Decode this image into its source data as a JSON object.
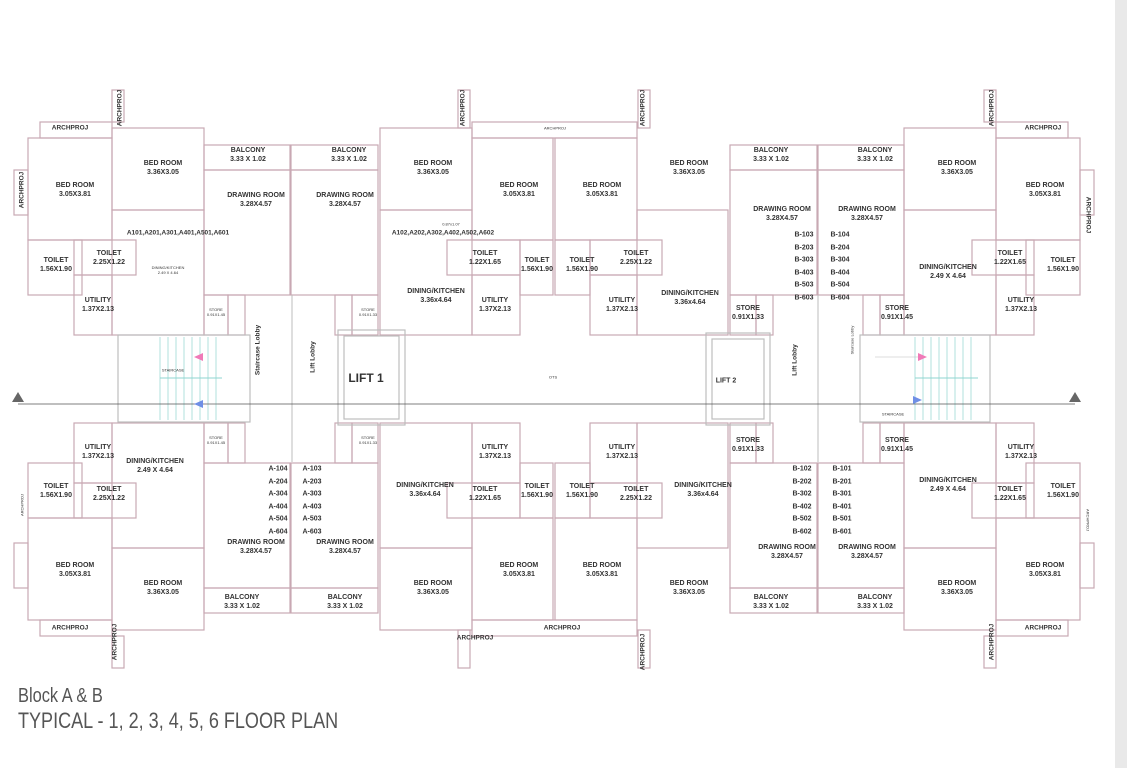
{
  "title": {
    "line1": "Block A & B",
    "line2": "TYPICAL - 1, 2, 3, 4, 5, 6 FLOOR PLAN"
  },
  "colors": {
    "wall": "#c9a9b3",
    "inner_wall": "#bdbdbd",
    "stair_lines": "#8fd6d0",
    "up_arrow": "#6f8fe6",
    "down_arrow": "#f07ab8",
    "section_line": "#555555",
    "text": "#333333",
    "title_text": "#555555"
  },
  "plan": {
    "labels": [
      "ARCHPROJ",
      "BED ROOM\n3.05X3.81",
      "BED ROOM\n3.36X3.05",
      "BALCONY\n3.33 X 1.02",
      "BALCONY\n3.33 X 1.02",
      "DRAWING ROOM\n3.28X4.57",
      "DRAWING ROOM\n3.28X4.57",
      "A101,A201,A301,A401,A501,A601",
      "TOILET\n2.25X1.22",
      "TOILET\n1.56X1.90",
      "DINING/KITCHEN\n2.49 X 4.64",
      "UTILITY\n1.37X2.13",
      "STORE\n0.91X1.45",
      "STORE\n0.91X1.33",
      "ARCHPROJ",
      "BED ROOM\n3.36X3.05",
      "BED ROOM\n3.05X3.81",
      "BED ROOM\n3.05X3.81",
      "BED ROOM\n3.36X3.05",
      "0.87x1.07",
      "A102,A202,A302,A402,A502,A602",
      "TOILET\n1.22X1.65",
      "TOILET\n1.56X1.90",
      "TOILET\n1.56X1.90",
      "TOILET\n2.25X1.22",
      "DINING/KITCHEN\n3.36x4.64",
      "UTILITY\n1.37X2.13",
      "UTILITY\n1.37X2.13",
      "DINING/KITCHEN\n3.36x4.64",
      "BALCONY\n3.33 X 1.02",
      "BALCONY\n3.33 X 1.02",
      "DRAWING ROOM\n3.28X4.57",
      "DRAWING ROOM\n3.28X4.57",
      "B-103\nB-203\nB-303\nB-403\nB-503\nB-603",
      "B-104\nB-204\nB-304\nB-404\nB-504\nB-604",
      "STORE\n0.91X1.33",
      "STORE\n0.91X1.45",
      "BED ROOM\n3.36X3.05",
      "ARCHPROJ",
      "BED ROOM\n3.05X3.81",
      "TOILET\n1.22X1.65",
      "TOILET\n1.56X1.90",
      "DINING/KITCHEN\n2.49 X 4.64",
      "UTILITY\n1.37X2.13",
      "LIFT 1",
      "LIFT 2",
      "OTS",
      "STAIRCASE",
      "STAIRCASE",
      "Staircase Lobby",
      "Lift Lobby",
      "Lift Lobby",
      "Staircase Lobby",
      "UTILITY\n1.37X2.13",
      "DINING/KITCHEN\n2.49 X 4.64",
      "STORE\n0.91X1.45",
      "STORE\n0.91X1.33",
      "TOILET\n1.56X1.90",
      "TOILET\n2.25X1.22",
      "A-104\nA-204\nA-304\nA-404\nA-504\nA-604",
      "A-103\nA-203\nA-303\nA-403\nA-503\nA-603",
      "DRAWING ROOM\n3.28X4.57",
      "DRAWING ROOM\n3.28X4.57",
      "BED ROOM\n3.05X3.81",
      "BED ROOM\n3.36X3.05",
      "BALCONY\n3.33 X 1.02",
      "BALCONY\n3.33 X 1.02",
      "ARCHPROJ",
      "UTILITY\n1.37X2.13",
      "DINING/KITCHEN\n3.36x4.64",
      "TOILET\n1.22X1.65",
      "TOILET\n1.56X1.90",
      "BED ROOM\n3.36X3.05",
      "BED ROOM\n3.05X3.81",
      "ARCHPROJ",
      "ARCHPROJ",
      "BED ROOM\n3.05X3.81",
      "TOILET\n1.56X1.90",
      "TOILET\n2.25X1.22",
      "UTILITY\n1.37X2.13",
      "DINING/KITCHEN\n3.36x4.64",
      "BED ROOM\n3.36X3.05",
      "STORE\n0.91X1.33",
      "B-102\nB-202\nB-302\nB-402\nB-502\nB-602",
      "B-101\nB-201\nB-301\nB-401\nB-501\nB-601",
      "DRAWING ROOM\n3.28X4.57",
      "DRAWING ROOM\n3.28X4.57",
      "BALCONY\n3.33 X 1.02",
      "BALCONY\n3.33 X 1.02",
      "STORE\n0.91X1.45",
      "DINING/KITCHEN\n2.49 X 4.64",
      "UTILITY\n1.37X2.13",
      "TOILET\n1.22X1.65",
      "TOILET\n1.56X1.90",
      "BED ROOM\n3.36X3.05",
      "BED ROOM\n3.05X3.81",
      "ARCHPROJ",
      "ARCHPROJ",
      "ARCHPROJ",
      "ARCHPROJ",
      "ARCHPROJ",
      "ARCHPROJ",
      "ARCHPROJ",
      "ARCHPROJ",
      "ARCHPROJ",
      "ARCHPROJ",
      "ARCHPROJ",
      "ARCHPROJ"
    ]
  }
}
